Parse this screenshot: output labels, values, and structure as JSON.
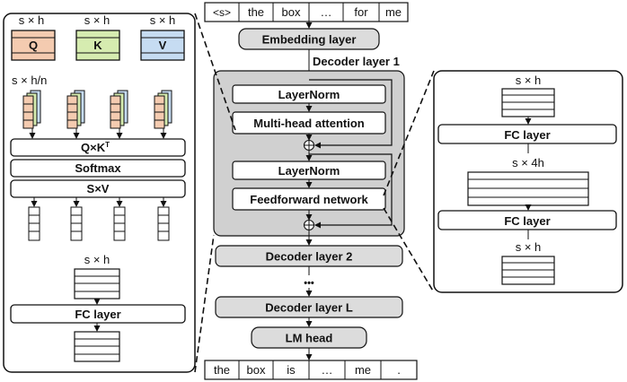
{
  "input_tokens": [
    "<s>",
    "the",
    "box",
    "…",
    "for",
    "me"
  ],
  "output_tokens": [
    "the",
    "box",
    "is",
    "…",
    "me",
    "."
  ],
  "center": {
    "embedding": "Embedding layer",
    "decoder1_label": "Decoder layer 1",
    "layernorm1": "LayerNorm",
    "mha": "Multi-head attention",
    "layernorm2": "LayerNorm",
    "ffn": "Feedforward network",
    "decoder2": "Decoder layer 2",
    "dots": "•••",
    "decoderL": "Decoder layer L",
    "lm_head": "LM head"
  },
  "attention_panel": {
    "q_dim": "s × h",
    "k_dim": "s × h",
    "v_dim": "s × h",
    "q": "Q",
    "k": "K",
    "v": "V",
    "head_dim": "s × h/n",
    "qk_base": "Q×K",
    "qk_sup": "T",
    "softmax": "Softmax",
    "sv": "S×V",
    "out_dim": "s × h",
    "fc": "FC layer"
  },
  "ffn_panel": {
    "in_dim": "s × h",
    "fc1": "FC layer",
    "mid_dim": "s × 4h",
    "fc2": "FC layer",
    "out_dim": "s × h"
  },
  "colors": {
    "q_fill": "#f4cbb0",
    "k_fill": "#d6ecb0",
    "v_fill": "#c6dcf2",
    "panel_fill": "#d0d0d0",
    "box_fill": "#dcdcdc"
  }
}
